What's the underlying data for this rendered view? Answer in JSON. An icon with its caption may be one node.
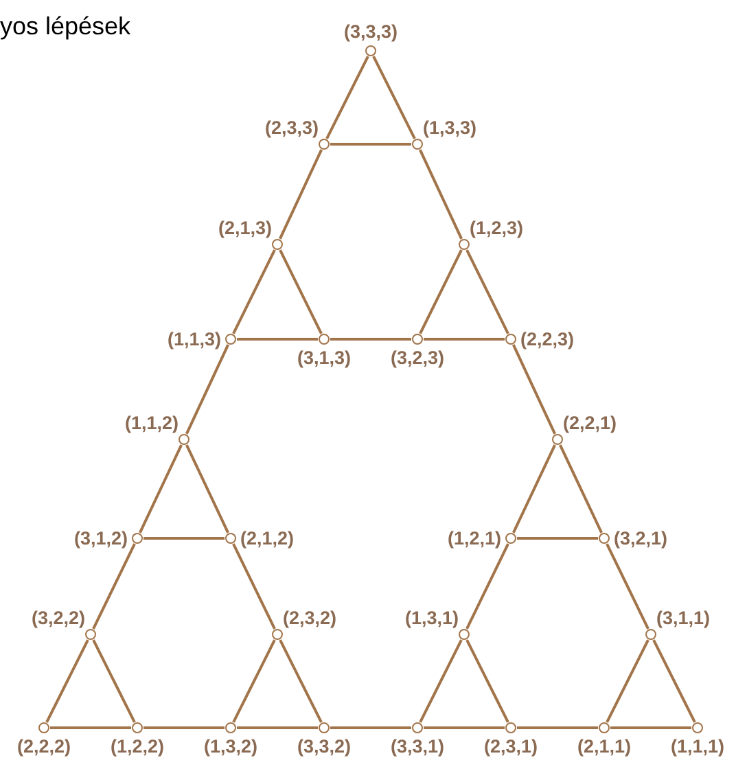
{
  "diagram": {
    "nodes": [
      {
        "text": [],
        "shape": "circle",
        "beside": [
          "(3,3,3)"
        ]
      },
      {
        "text": [],
        "shape": "circle",
        "beside": [
          "(2,3,3)"
        ]
      },
      {
        "text": [],
        "shape": "circle",
        "beside": [
          "(1,3,3)"
        ]
      },
      {
        "text": [],
        "shape": "circle",
        "beside": [
          "(2,1,3)"
        ]
      },
      {
        "text": [],
        "shape": "circle",
        "beside": [
          "(1,2,3)"
        ]
      },
      {
        "text": [],
        "shape": "circle",
        "beside": [
          "(1,1,3)"
        ]
      },
      {
        "text": [],
        "shape": "circle",
        "beside": [
          "(3,1,3)"
        ]
      },
      {
        "text": [],
        "shape": "circle",
        "beside": [
          "(3,2,3)"
        ]
      },
      {
        "text": [],
        "shape": "circle",
        "beside": [
          "(2,2,3)"
        ]
      },
      {
        "text": [],
        "shape": "circle",
        "beside": [
          "(1,1,2)"
        ]
      },
      {
        "text": [],
        "shape": "circle",
        "beside": [
          "(2,2,1)"
        ]
      },
      {
        "text": [],
        "shape": "circle",
        "beside": [
          "(3,1,2)"
        ]
      },
      {
        "text": [],
        "shape": "circle",
        "beside": [
          "(2,1,2)"
        ]
      },
      {
        "text": [],
        "shape": "circle",
        "beside": [
          "(1,2,1)"
        ]
      },
      {
        "text": [],
        "shape": "circle",
        "beside": [
          "(3,2,1)"
        ]
      },
      {
        "text": [],
        "shape": "circle",
        "beside": [
          "(3,2,2)"
        ]
      },
      {
        "text": [],
        "shape": "circle",
        "beside": [
          "(2,3,2)"
        ]
      },
      {
        "text": [],
        "shape": "circle",
        "beside": [
          "(1,3,1)"
        ]
      },
      {
        "text": [],
        "shape": "circle",
        "beside": [
          "(3,1,1)"
        ]
      },
      {
        "text": [],
        "shape": "circle",
        "beside": [
          "(2,2,2)"
        ]
      },
      {
        "text": [],
        "shape": "circle",
        "beside": [
          "(1,2,2)"
        ]
      },
      {
        "text": [],
        "shape": "circle",
        "beside": [
          "(1,3,2)"
        ]
      },
      {
        "text": [],
        "shape": "circle",
        "beside": [
          "(3,3,2)"
        ]
      },
      {
        "text": [],
        "shape": "circle",
        "beside": [
          "(3,3,1)"
        ]
      },
      {
        "text": [],
        "shape": "circle",
        "beside": [
          "(2,3,1)"
        ]
      },
      {
        "text": [],
        "shape": "circle",
        "beside": [
          "(2,1,1)"
        ]
      },
      {
        "text": [],
        "shape": "circle",
        "beside": [
          "(1,1,1)"
        ]
      }
    ],
    "edges": [
      {
        "from": 0,
        "to": 1,
        "arrow": "none"
      },
      {
        "from": 0,
        "to": 2,
        "arrow": "none"
      },
      {
        "from": 1,
        "to": 2,
        "arrow": "none"
      },
      {
        "from": 1,
        "to": 3,
        "arrow": "none"
      },
      {
        "from": 2,
        "to": 4,
        "arrow": "none"
      },
      {
        "from": 3,
        "to": 5,
        "arrow": "none"
      },
      {
        "from": 3,
        "to": 6,
        "arrow": "none"
      },
      {
        "from": 5,
        "to": 6,
        "arrow": "none"
      },
      {
        "from": 4,
        "to": 7,
        "arrow": "none"
      },
      {
        "from": 4,
        "to": 8,
        "arrow": "none"
      },
      {
        "from": 7,
        "to": 8,
        "arrow": "none"
      },
      {
        "from": 6,
        "to": 7,
        "arrow": "none"
      },
      {
        "from": 5,
        "to": 9,
        "arrow": "none"
      },
      {
        "from": 8,
        "to": 10,
        "arrow": "none"
      },
      {
        "from": 9,
        "to": 11,
        "arrow": "none"
      },
      {
        "from": 9,
        "to": 12,
        "arrow": "none"
      },
      {
        "from": 11,
        "to": 12,
        "arrow": "none"
      },
      {
        "from": 10,
        "to": 13,
        "arrow": "none"
      },
      {
        "from": 10,
        "to": 14,
        "arrow": "none"
      },
      {
        "from": 13,
        "to": 14,
        "arrow": "none"
      },
      {
        "from": 11,
        "to": 15,
        "arrow": "none"
      },
      {
        "from": 12,
        "to": 16,
        "arrow": "none"
      },
      {
        "from": 13,
        "to": 17,
        "arrow": "none"
      },
      {
        "from": 14,
        "to": 18,
        "arrow": "none"
      },
      {
        "from": 15,
        "to": 19,
        "arrow": "none"
      },
      {
        "from": 15,
        "to": 20,
        "arrow": "none"
      },
      {
        "from": 19,
        "to": 20,
        "arrow": "none"
      },
      {
        "from": 16,
        "to": 21,
        "arrow": "none"
      },
      {
        "from": 16,
        "to": 22,
        "arrow": "none"
      },
      {
        "from": 21,
        "to": 22,
        "arrow": "none"
      },
      {
        "from": 17,
        "to": 23,
        "arrow": "none"
      },
      {
        "from": 17,
        "to": 24,
        "arrow": "none"
      },
      {
        "from": 23,
        "to": 24,
        "arrow": "none"
      },
      {
        "from": 18,
        "to": 25,
        "arrow": "none"
      },
      {
        "from": 18,
        "to": 26,
        "arrow": "none"
      },
      {
        "from": 25,
        "to": 26,
        "arrow": "none"
      },
      {
        "from": 20,
        "to": 21,
        "arrow": "none"
      },
      {
        "from": 22,
        "to": 23,
        "arrow": "none"
      },
      {
        "from": 24,
        "to": 25,
        "arrow": "none"
      }
    ],
    "labels": [
      "yos lépések"
    ]
  }
}
